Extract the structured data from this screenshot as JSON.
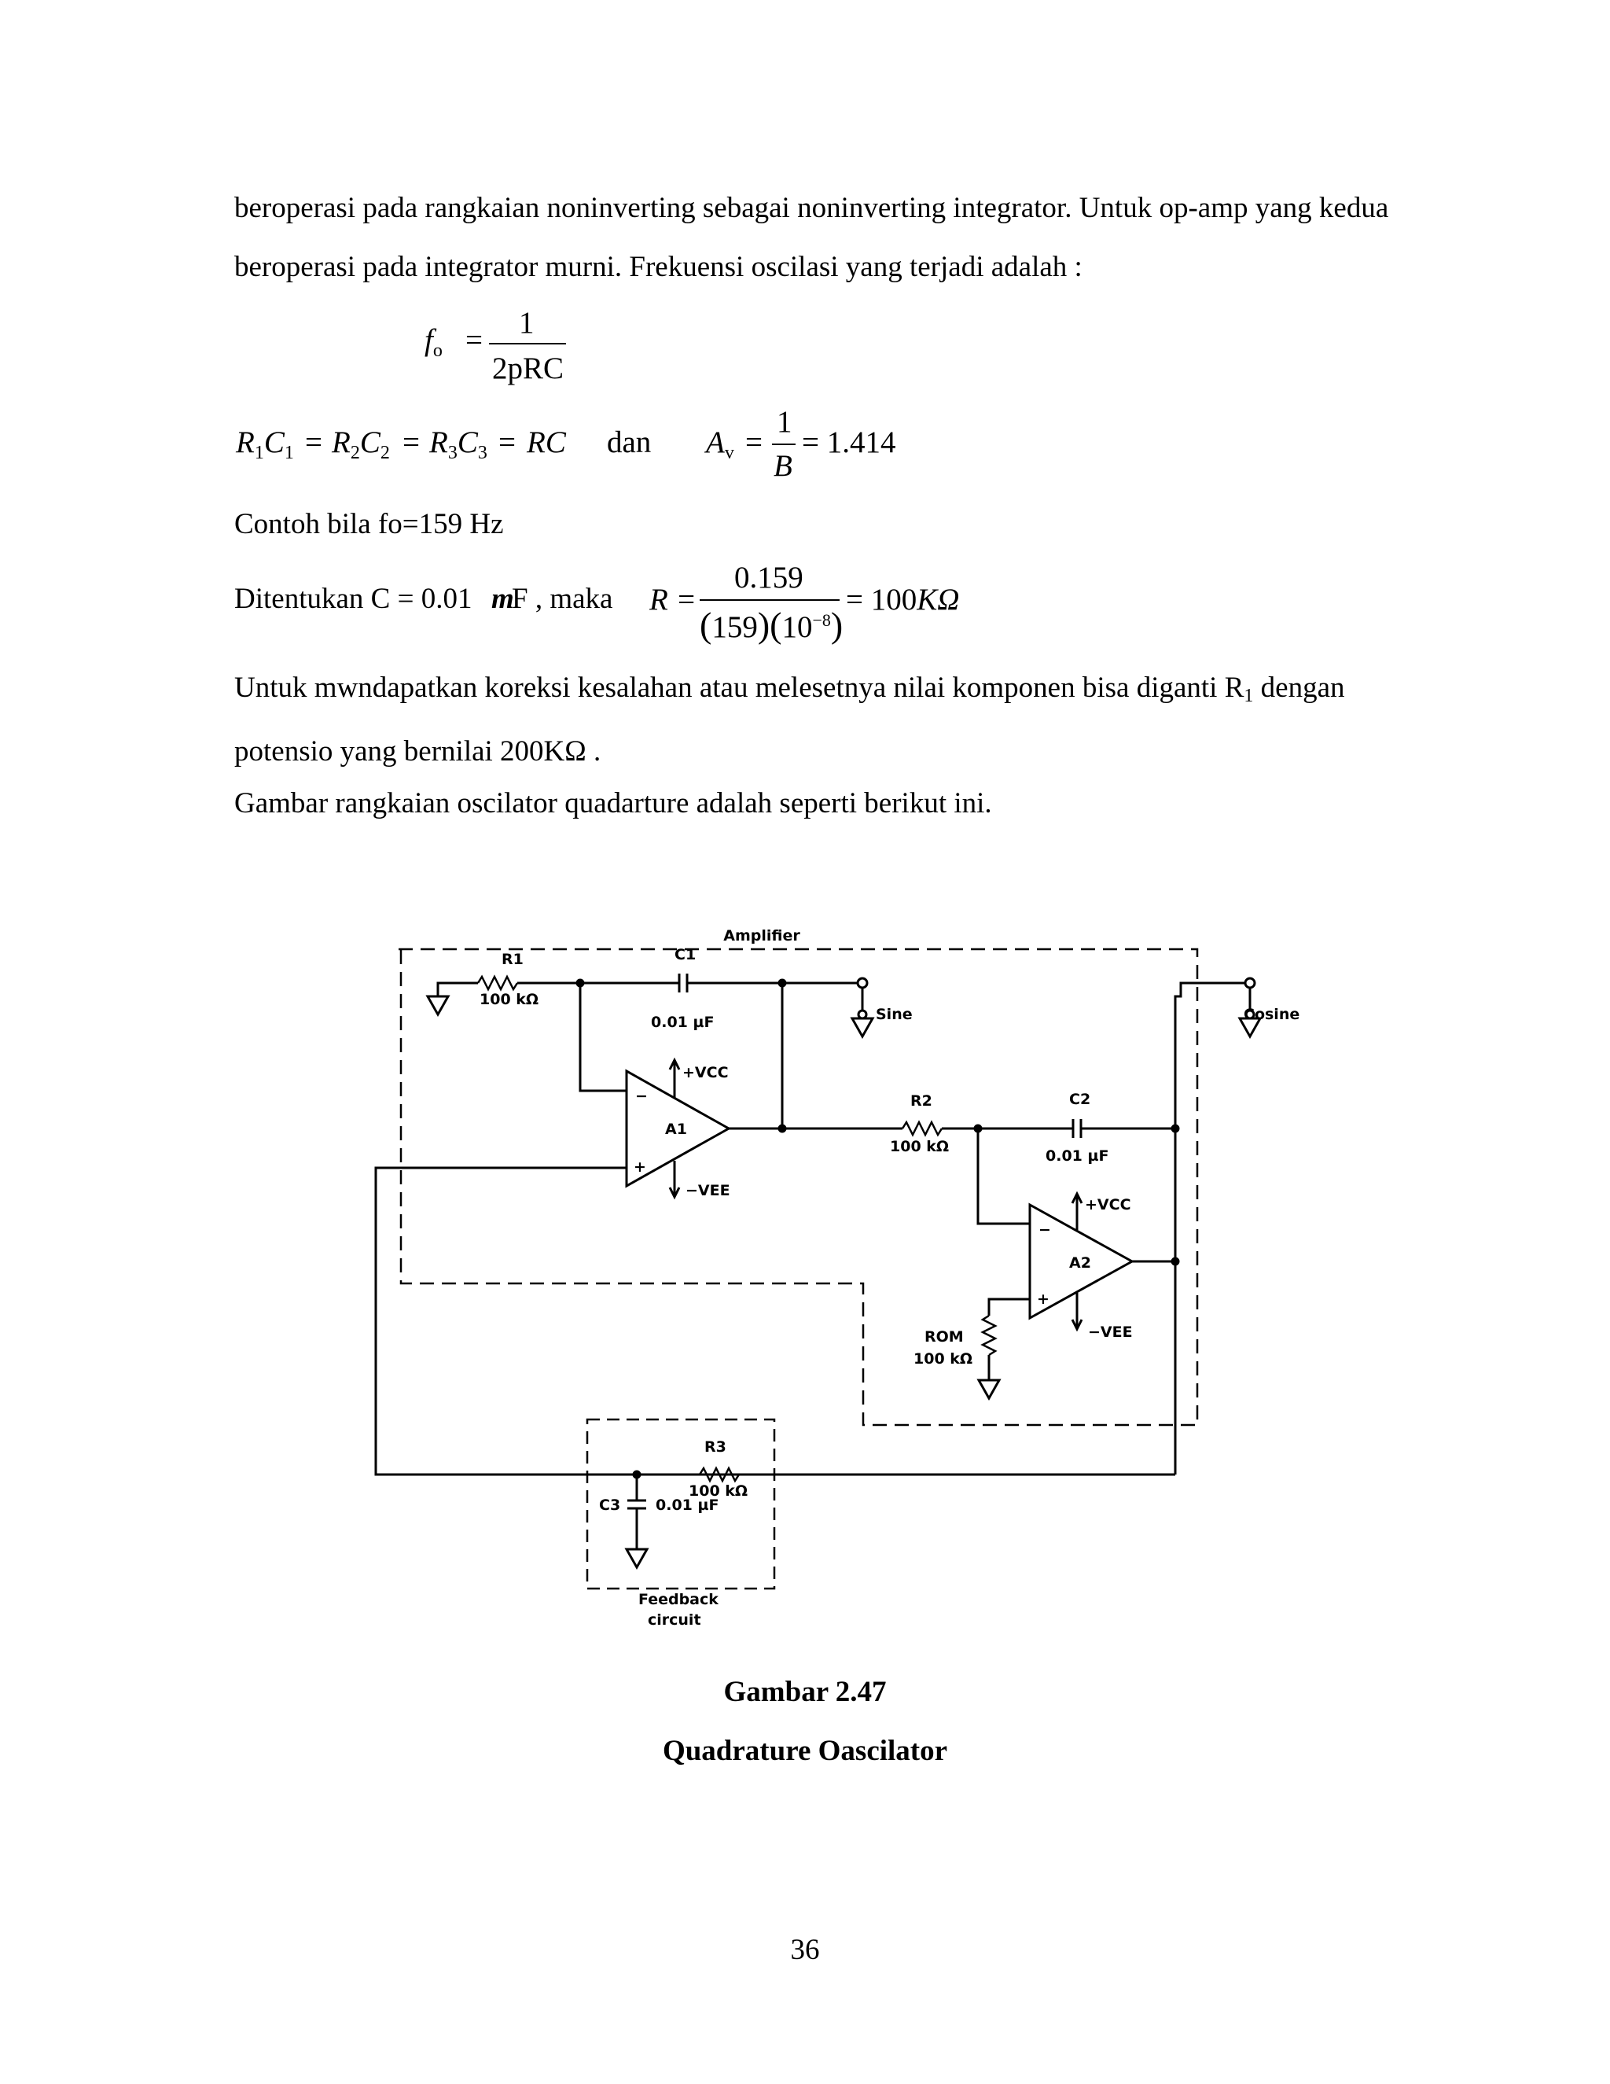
{
  "paragraph": {
    "line1": "beroperasi pada rangkaian noninverting sebagai noninverting integrator. Untuk op-amp yang kedua",
    "line2": "beroperasi pada integrator murni. Frekuensi oscilasi yang terjadi adalah :"
  },
  "formula_fo": {
    "lhs": "f",
    "lhs_sub": "o",
    "equals": "=",
    "numerator": "1",
    "denominator": "2pRC"
  },
  "formula_rc": {
    "r1": "R",
    "r1_sub": "1",
    "c1": "C",
    "c1_sub": "1",
    "r2": "R",
    "r2_sub": "2",
    "c2": "C",
    "c2_sub": "2",
    "r3": "R",
    "r3_sub": "3",
    "c3": "C",
    "c3_sub": "3",
    "rhs": "RC",
    "eq": "=",
    "dan": "dan",
    "av": "A",
    "av_sub": "v",
    "av_num": "1",
    "av_den": "B",
    "av_result": "= 1.414"
  },
  "example": {
    "line": "Contoh bila fo=159 Hz",
    "given_prefix": "Ditentukan C = 0.01",
    "given_unit_m": "m",
    "given_unit_f": "F , maka",
    "r_lhs": "R =",
    "r_num": "0.159",
    "r_den_a": "159",
    "r_den_b": "10",
    "r_den_exp": "−8",
    "r_result": "= 100",
    "r_result_unit": "KΩ"
  },
  "correction": {
    "line1_a": "Untuk mwndapatkan koreksi kesalahan atau melesetnya nilai komponen bisa diganti R",
    "line1_sub": "1",
    "line1_b": " dengan",
    "line2": "potensio yang bernilai 200KΩ .",
    "line3": "Gambar rangkaian oscilator quadarture adalah seperti berikut ini."
  },
  "schematic": {
    "amplifier_label": "Amplifier",
    "r1_label": "R1",
    "r1_value": "100 kΩ",
    "c1_label": "C1",
    "c1_value": "0.01 µF",
    "sine_label": "Sine",
    "cosine_label": "Cosine",
    "vcc1": "+VCC",
    "vee1": "−VEE",
    "a1": "A1",
    "r2_label": "R2",
    "r2_value": "100 kΩ",
    "c2_label": "C2",
    "c2_value": "0.01 µF",
    "vcc2": "+VCC",
    "vee2": "−VEE",
    "a2": "A2",
    "rom_label": "ROM",
    "rom_value": "100 kΩ",
    "r3_label": "R3",
    "r3_value": "100 kΩ",
    "c3_label": "C3",
    "c3_value": "0.01 µF",
    "feedback_label_1": "Feedback",
    "feedback_label_2": "circuit",
    "minus": "−",
    "plus": "+"
  },
  "caption": {
    "figure": "Gambar 2.47",
    "title": "Quadrature Oascilator"
  },
  "page_number": "36"
}
